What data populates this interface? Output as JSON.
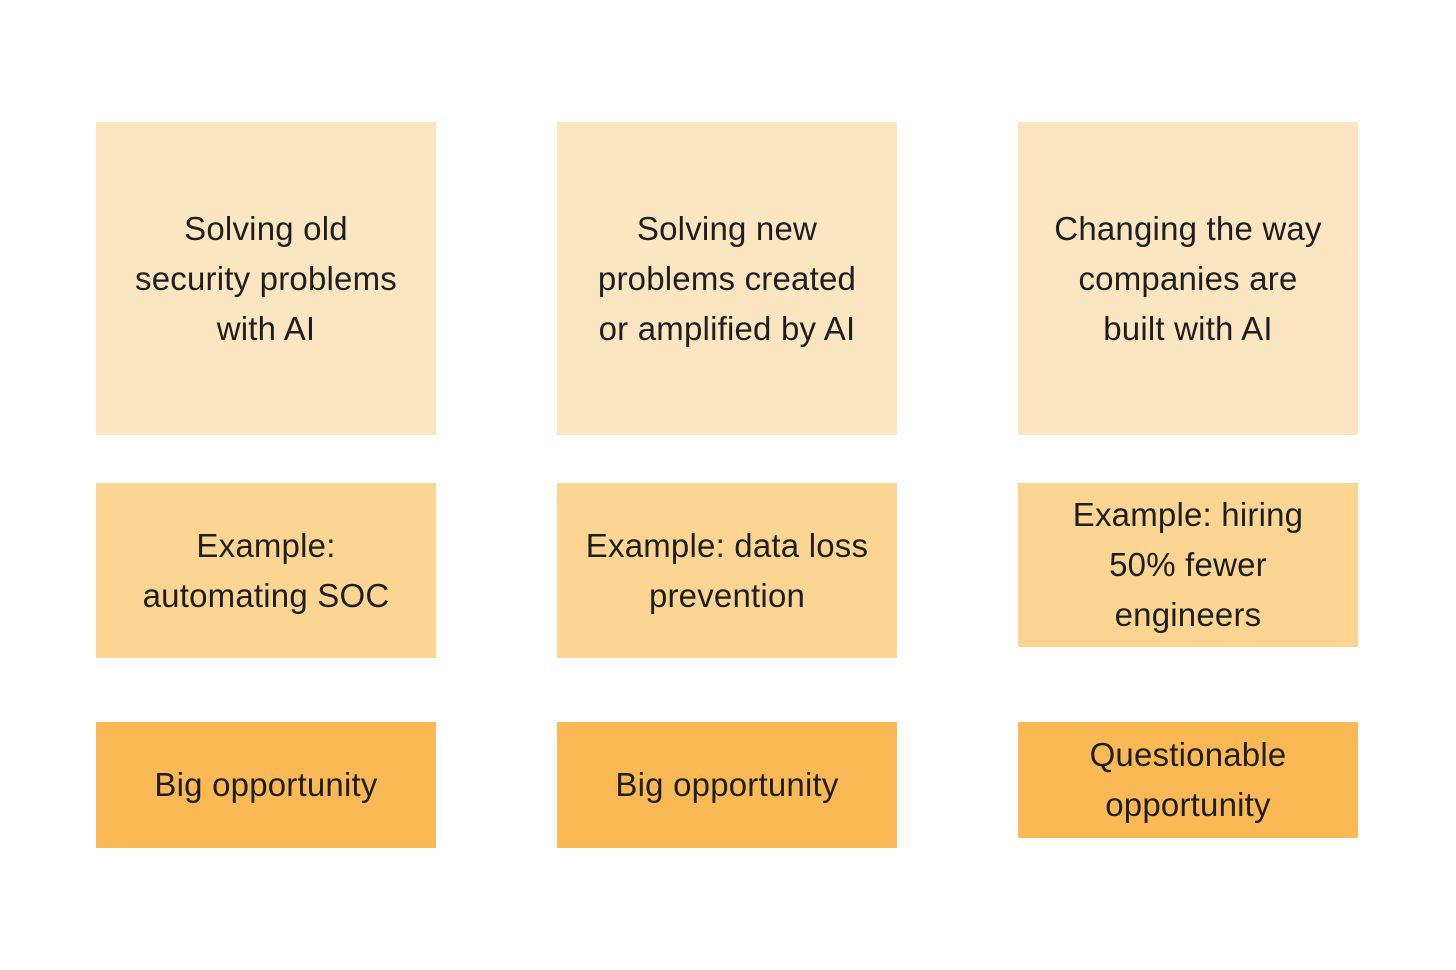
{
  "colors": {
    "canvas_bg": "#ffffff",
    "category_row_bg": "#fce5c1",
    "example_row_bg": "#fcd593",
    "verdict_row_bg": "#fbb955",
    "text": "#1e1e1e"
  },
  "columns": [
    {
      "category": "Solving old\nsecurity problems\nwith AI",
      "example": "Example:\nautomating SOC",
      "verdict": "Big opportunity"
    },
    {
      "category": "Solving new\nproblems created\nor amplified by AI",
      "example": "Example: data loss\nprevention",
      "verdict": "Big opportunity"
    },
    {
      "category": "Changing the way\ncompanies are\nbuilt with AI",
      "example": "Example: hiring\n50% fewer\nengineers",
      "verdict": "Questionable\nopportunity"
    }
  ]
}
